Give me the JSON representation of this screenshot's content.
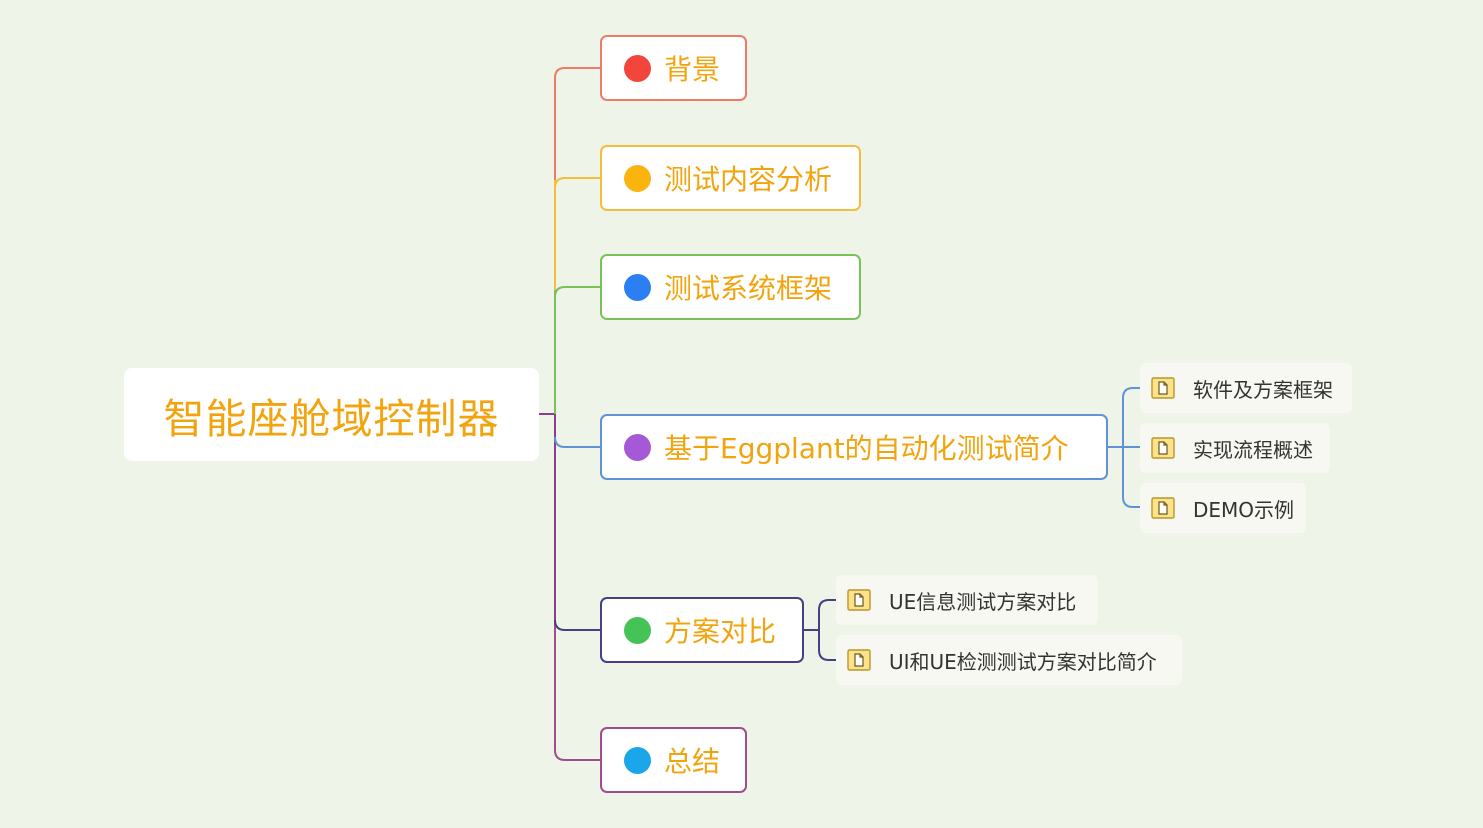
{
  "root": {
    "label": "智能座舱域控制器"
  },
  "topics": [
    {
      "label": "背景",
      "dot_color": "#f2463c",
      "border_color": "#ee7b67"
    },
    {
      "label": "测试内容分析",
      "dot_color": "#fbb40d",
      "border_color": "#f6bd3c"
    },
    {
      "label": "测试系统框架",
      "dot_color": "#2c7ff2",
      "border_color": "#79c25a",
      "subtopics": []
    },
    {
      "label": "基于Eggplant的自动化测试简介",
      "dot_color": "#a659d6",
      "border_color": "#5f93d6",
      "subtopics": [
        {
          "label": "软件及方案框架"
        },
        {
          "label": "实现流程概述"
        },
        {
          "label": "DEMO示例"
        }
      ]
    },
    {
      "label": "方案对比",
      "dot_color": "#45c357",
      "border_color": "#463f86",
      "subtopics": [
        {
          "label": "UE信息测试方案对比"
        },
        {
          "label": "UI和UE检测测试方案对比简介"
        }
      ]
    },
    {
      "label": "总结",
      "dot_color": "#1aa6e8",
      "border_color": "#a04c8e"
    }
  ],
  "colors": {
    "background": "#eef5e8",
    "text_accent": "#f2a40f",
    "branch_lines": [
      "#ee7b67",
      "#f6bd3c",
      "#79c25a",
      "#5f93d6",
      "#463f86",
      "#a04c8e"
    ],
    "sub_line_eggplant": "#5f93d6",
    "sub_line_compare": "#463f86"
  },
  "icons": {
    "subtopic": "file-folder-icon"
  }
}
